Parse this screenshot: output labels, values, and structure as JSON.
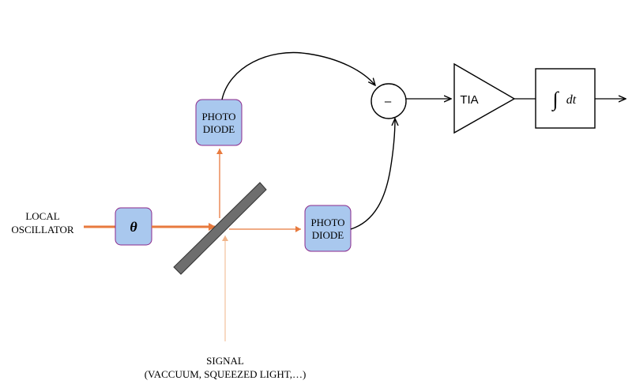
{
  "labels": {
    "local_oscillator_line1": "LOCAL",
    "local_oscillator_line2": "OSCILLATOR",
    "phase_symbol": "θ",
    "photodiode_top_line1": "PHOTO",
    "photodiode_top_line2": "DIODE",
    "photodiode_right_line1": "PHOTO",
    "photodiode_right_line2": "DIODE",
    "subtractor_symbol": "–",
    "tia_label": "TIA",
    "integrator_symbol": "∫",
    "integrator_label": "dt",
    "signal_line1": "SIGNAL",
    "signal_line2": "(VACCUUM, SQUEEZED LIGHT,…)"
  },
  "colors": {
    "beam": "#e87a3e",
    "signal_beam": "#f0b48a",
    "block_fill": "#a9c8ee",
    "block_stroke": "#8b2a8c",
    "splitter": "#6e6e6e",
    "wire": "#000000"
  }
}
